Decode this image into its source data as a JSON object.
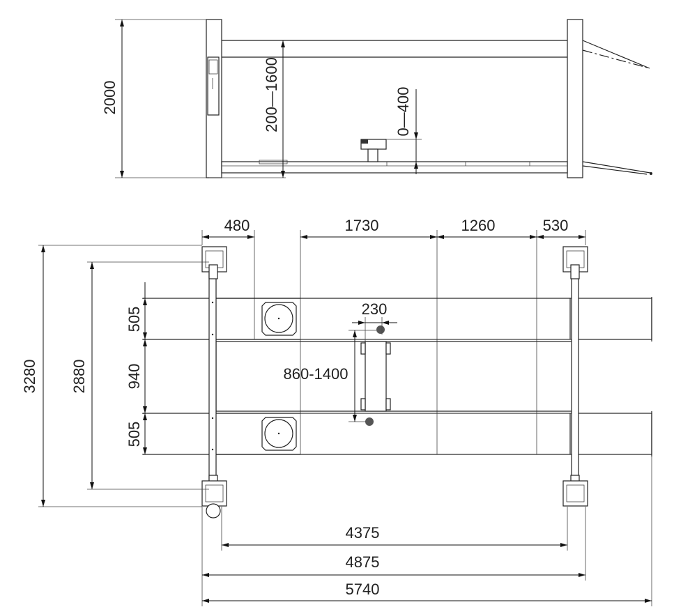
{
  "side_view": {
    "dim_total_height": "2000",
    "dim_lift_range": "200—1600",
    "dim_jack_range": "0—400"
  },
  "top_view": {
    "dims_top": [
      "480",
      "1730",
      "1260",
      "530"
    ],
    "dims_left": {
      "overall_width": "3280",
      "post_spacing": "2880",
      "runway_1": "505",
      "gap": "940",
      "runway_2": "505"
    },
    "dim_jack_width": "230",
    "dim_jack_span": "860-1400",
    "dims_bottom": {
      "inner_posts": "4375",
      "outer_posts": "4875",
      "overall_length": "5740"
    }
  }
}
